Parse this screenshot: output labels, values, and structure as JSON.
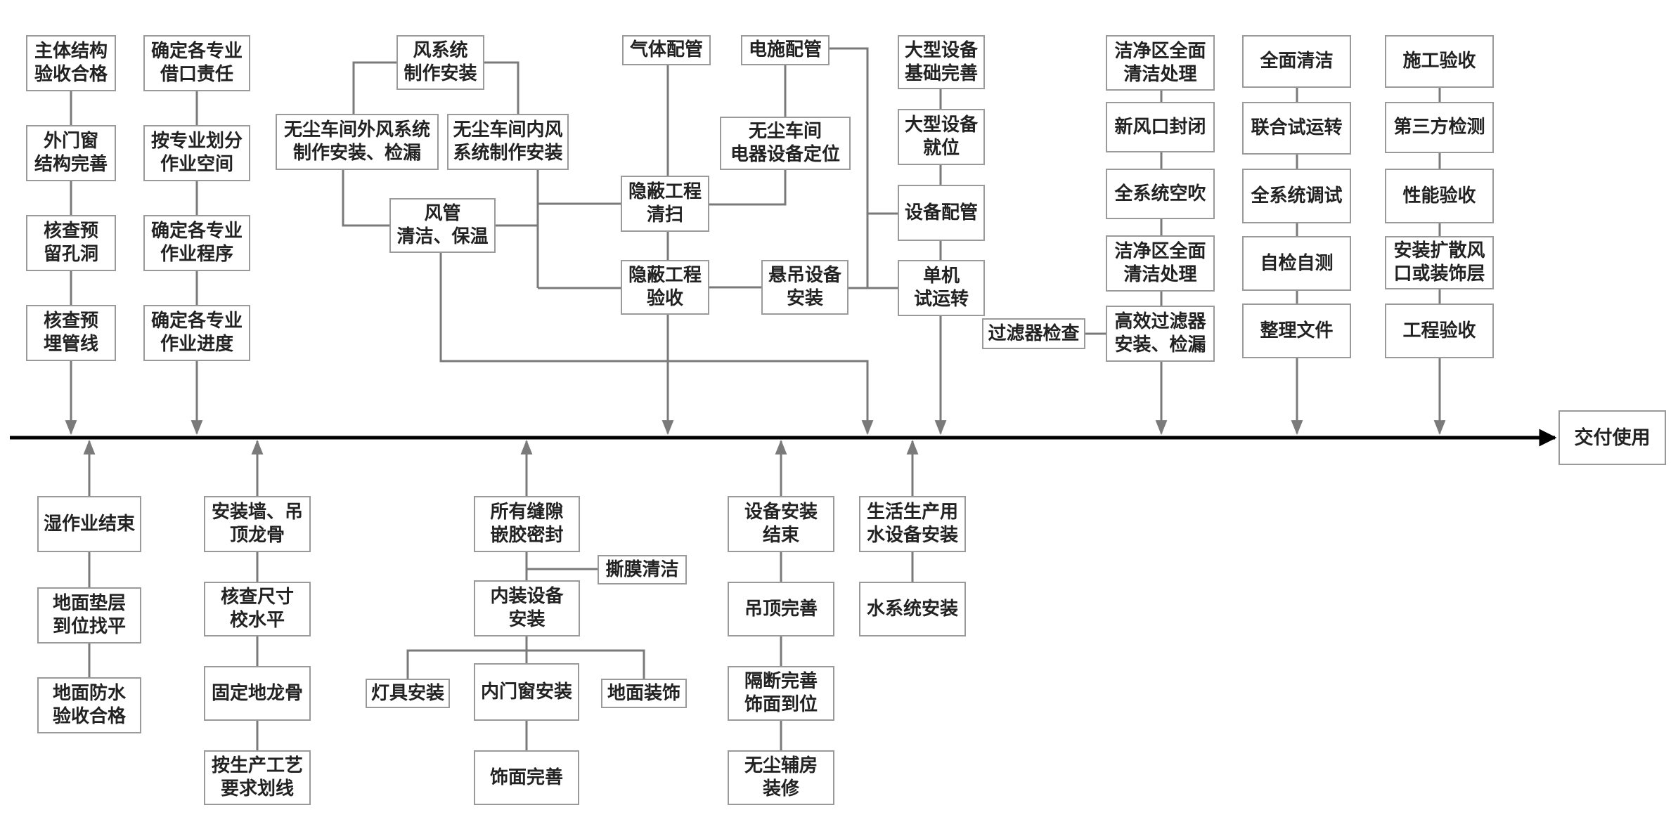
{
  "colors": {
    "node_border": "#9a9a9a",
    "connector": "#7a7a7a",
    "timeline": "#000000",
    "text": "#222222"
  },
  "nodes": {
    "n1": "主体结构\n验收合格",
    "n2": "外门窗\n结构完善",
    "n3": "核查预\n留孔洞",
    "n4": "核查预\n埋管线",
    "n5": "确定各专业\n借口责任",
    "n6": "按专业划分\n作业空间",
    "n7": "确定各专业\n作业程序",
    "n8": "确定各专业\n作业进度",
    "n9": "风系统\n制作安装",
    "n10": "无尘车间外风系统\n制作安装、检漏",
    "n11": "无尘车间内风\n系统制作安装",
    "n12": "风管\n清洁、保温",
    "n13": "气体配管",
    "n14": "电施配管",
    "n15": "无尘车间\n电器设备定位",
    "n16": "隐蔽工程\n清扫",
    "n17": "隐蔽工程\n验收",
    "n18": "悬吊设备\n安装",
    "n19": "大型设备\n基础完善",
    "n20": "大型设备\n就位",
    "n21": "设备配管",
    "n22": "单机\n试运转",
    "n23": "洁净区全面\n清洁处理",
    "n24": "新风口封闭",
    "n25": "全系统空吹",
    "n26": "洁净区全面\n清洁处理",
    "n27": "高效过滤器\n安装、检漏",
    "n28": "过滤器检查",
    "n29": "全面清洁",
    "n30": "联合试运转",
    "n31": "全系统调试",
    "n32": "自检自测",
    "n33": "整理文件",
    "n34": "施工验收",
    "n35": "第三方检测",
    "n36": "性能验收",
    "n37": "安装扩散风\n口或装饰层",
    "n38": "工程验收",
    "n39": "交付使用",
    "b1": "湿作业结束",
    "b2": "地面垫层\n到位找平",
    "b3": "地面防水\n验收合格",
    "b4": "安装墙、吊\n顶龙骨",
    "b5": "核查尺寸\n校水平",
    "b6": "固定地龙骨",
    "b7": "按生产工艺\n要求划线",
    "b8": "所有缝隙\n嵌胶密封",
    "b9": "撕膜清洁",
    "b10": "内装设备\n安装",
    "b11": "灯具安装",
    "b12": "内门窗安装",
    "b13": "地面装饰",
    "b14": "饰面完善",
    "b15": "设备安装\n结束",
    "b16": "吊顶完善",
    "b17": "隔断完善\n饰面到位",
    "b18": "无尘辅房\n装修",
    "b19": "生活生产用\n水设备安装",
    "b20": "水系统安装"
  }
}
